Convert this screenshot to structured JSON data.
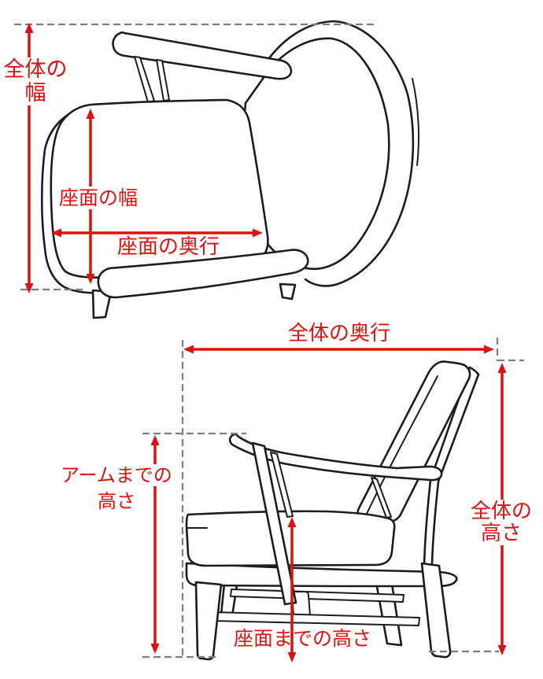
{
  "diagram": {
    "description": "furniture-dimension-diagram",
    "colors": {
      "dimension_red": "#dd1111",
      "line_black": "#1c1c1c",
      "dash_gray": "#7d7d7d",
      "background": "#ffffff"
    },
    "top_view": {
      "labels": {
        "overall_width": {
          "line1": "全体の",
          "line2": "幅"
        },
        "seat_width": {
          "text": "座面の幅"
        },
        "seat_depth": {
          "text": "座面の奥行"
        }
      }
    },
    "side_view": {
      "labels": {
        "overall_depth": {
          "text": "全体の奥行"
        },
        "arm_height": {
          "line1": "アームまでの",
          "line2": "高さ"
        },
        "overall_height": {
          "line1": "全体の",
          "line2": "高さ"
        },
        "seat_height": {
          "text": "座面までの高さ"
        }
      }
    }
  }
}
